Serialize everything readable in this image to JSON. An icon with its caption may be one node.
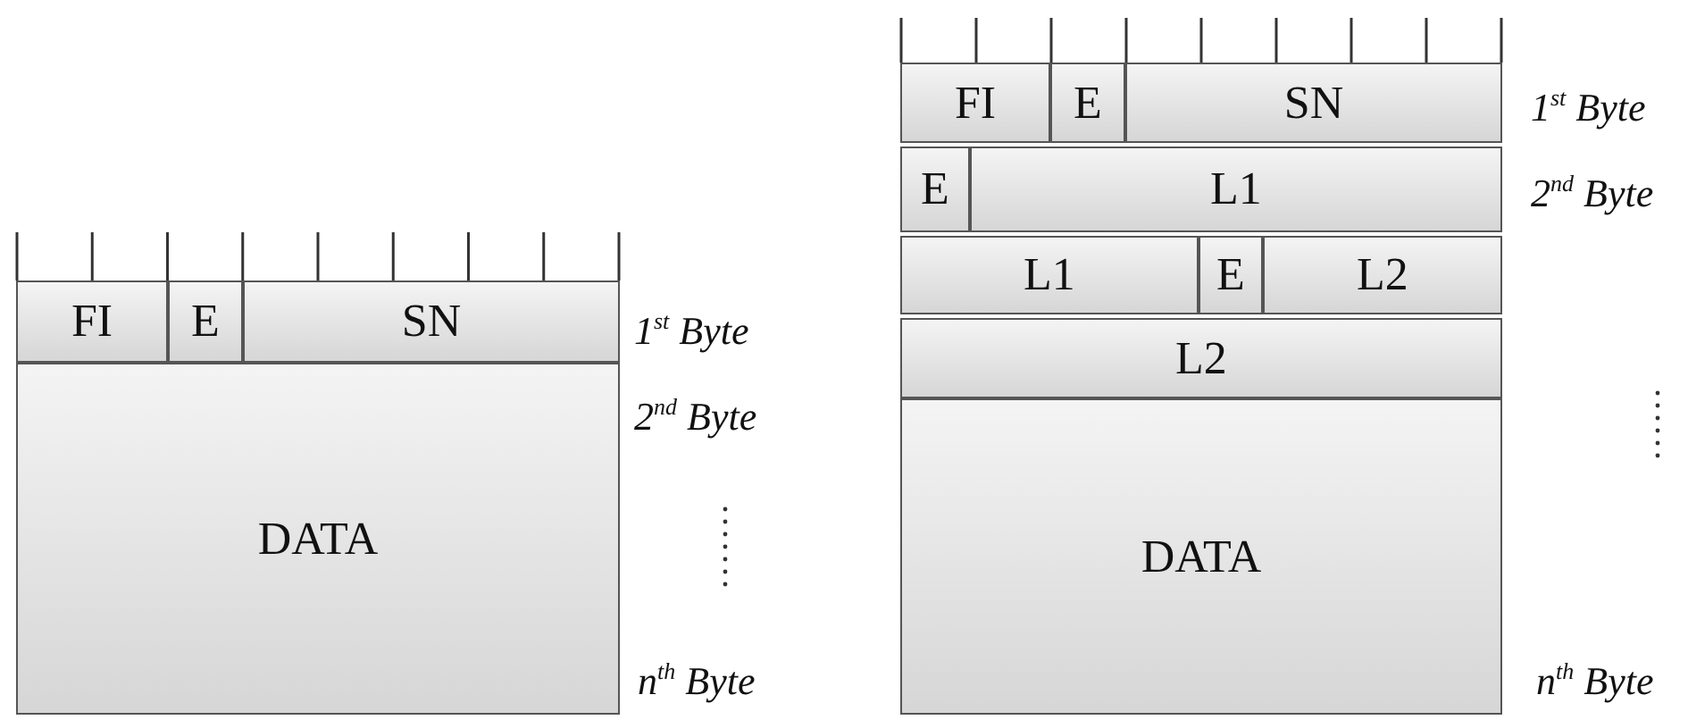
{
  "diagram": {
    "nodes": [
      {
        "text": [
          "FI"
        ]
      },
      {
        "text": [
          "E"
        ]
      },
      {
        "text": [
          "SN"
        ]
      },
      {
        "text": [
          "DATA"
        ]
      },
      {
        "text": [
          "FI"
        ]
      },
      {
        "text": [
          "E"
        ]
      },
      {
        "text": [
          "SN"
        ]
      },
      {
        "text": [
          "E"
        ]
      },
      {
        "text": [
          "L1"
        ]
      },
      {
        "text": [
          "L1"
        ]
      },
      {
        "text": [
          "E"
        ]
      },
      {
        "text": [
          "L2"
        ]
      },
      {
        "text": [
          "L2"
        ]
      },
      {
        "text": [
          "DATA"
        ]
      }
    ],
    "edges": [],
    "labels": [
      "1$^{st}$ Byte",
      "2$^{nd}$ Byte",
      "n$^{th}$ Byte",
      "1$^{st}$ Byte",
      "2$^{nd}$ Byte",
      "n$^{th}$ Byte"
    ]
  }
}
